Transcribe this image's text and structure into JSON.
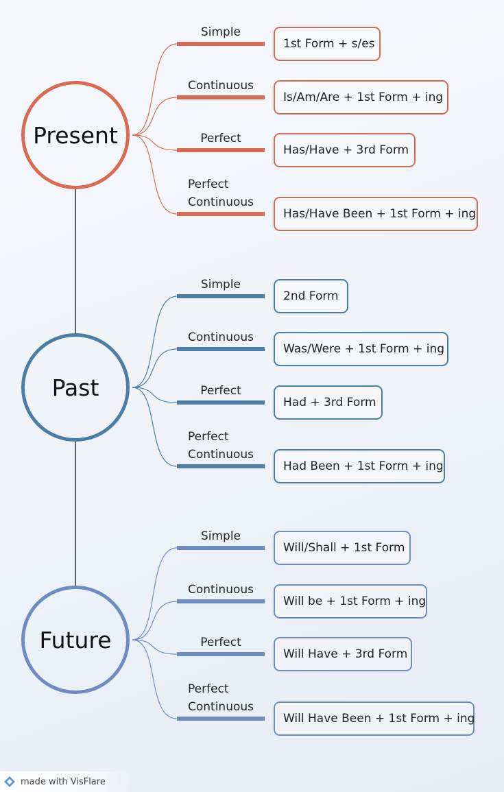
{
  "tenses": [
    {
      "name": "Present",
      "color": "#d96a54",
      "branches": [
        {
          "label": "Simple",
          "formula": "1st Form + s/es"
        },
        {
          "label": "Continuous",
          "formula": "Is/Am/Are + 1st Form + ing"
        },
        {
          "label": "Perfect",
          "formula": "Has/Have + 3rd Form"
        },
        {
          "label": "Perfect Continuous",
          "formula": "Has/Have Been + 1st Form + ing"
        }
      ]
    },
    {
      "name": "Past",
      "color": "#4a7ea6",
      "branches": [
        {
          "label": "Simple",
          "formula": "2nd Form"
        },
        {
          "label": "Continuous",
          "formula": "Was/Were + 1st Form + ing"
        },
        {
          "label": "Perfect",
          "formula": "Had + 3rd Form"
        },
        {
          "label": "Perfect Continuous",
          "formula": "Had Been + 1st Form + ing"
        }
      ]
    },
    {
      "name": "Future",
      "color": "#6f8cc2",
      "branches": [
        {
          "label": "Simple",
          "formula": "Will/Shall + 1st Form"
        },
        {
          "label": "Continuous",
          "formula": "Will be + 1st Form + ing"
        },
        {
          "label": "Perfect",
          "formula": "Will Have + 3rd Form"
        },
        {
          "label": "Perfect Continuous",
          "formula": "Will Have Been + 1st Form + ing"
        }
      ]
    }
  ],
  "footer": {
    "text": "made with VisFlare",
    "icon": "visflare-logo-icon"
  }
}
